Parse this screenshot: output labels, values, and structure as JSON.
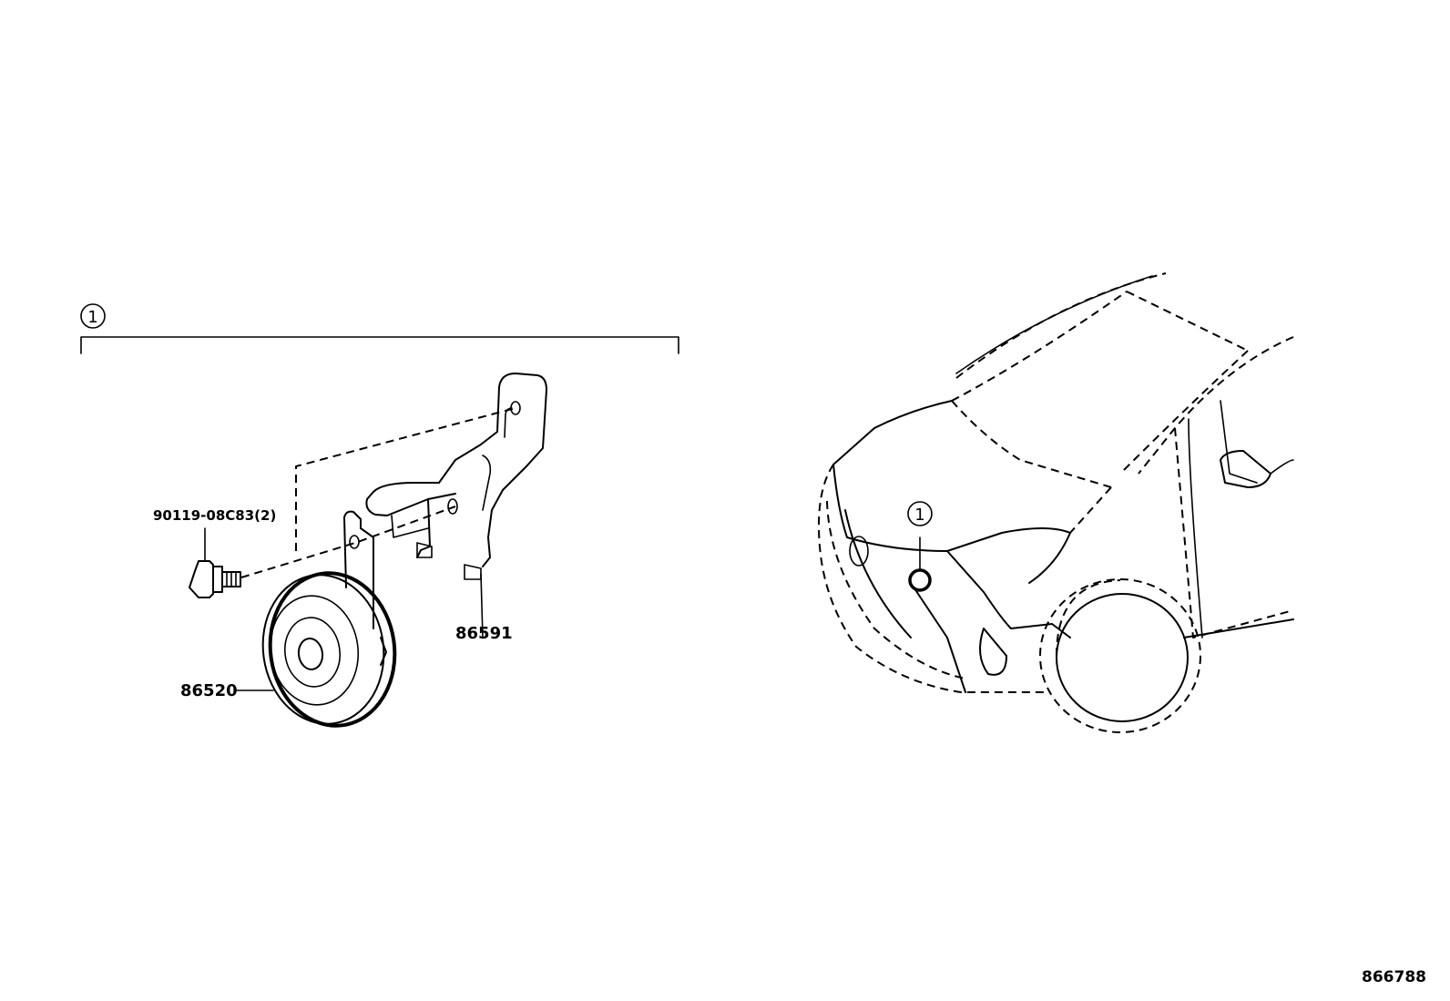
{
  "callout": {
    "group_number": "1",
    "locator_number": "1"
  },
  "parts": {
    "bolt": {
      "number": "90119-08C83(2)"
    },
    "bracket": {
      "number": "86591"
    },
    "horn": {
      "number": "86520"
    }
  },
  "illustration_id": "866788",
  "icons": [
    "horn-assembly-icon",
    "horn-bracket-icon",
    "bolt-icon",
    "vehicle-front-icon",
    "horn-location-marker-icon"
  ]
}
